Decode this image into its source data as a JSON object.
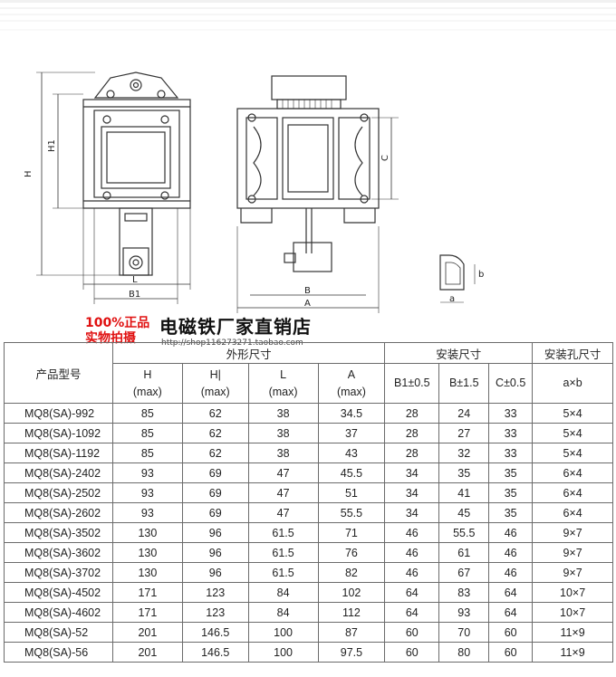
{
  "drawing_labels": {
    "H": "H",
    "H1": "H1",
    "L": "L",
    "B1": "B1",
    "B": "B",
    "A": "A",
    "C": "C",
    "a": "a",
    "b": "b"
  },
  "promo": {
    "line1": "100%正品",
    "line2": "实物拍摄",
    "title": "电磁铁厂家直销店",
    "url": "http://shop116273271.taobao.com"
  },
  "table": {
    "model_header": "产品型号",
    "group_outer": "外形尺寸",
    "group_install": "安装尺寸",
    "group_hole": "安装孔尺寸",
    "columns": [
      {
        "name": "H",
        "sub": "(max)"
      },
      {
        "name": "H|",
        "sub": "(max)"
      },
      {
        "name": "L",
        "sub": "(max)"
      },
      {
        "name": "A",
        "sub": "(max)"
      },
      {
        "name": "B1±0.5",
        "sub": ""
      },
      {
        "name": "B±1.5",
        "sub": ""
      },
      {
        "name": "C±0.5",
        "sub": ""
      },
      {
        "name": "a×b",
        "sub": ""
      }
    ],
    "rows": [
      [
        "MQ8(SA)-992",
        "85",
        "62",
        "38",
        "34.5",
        "28",
        "24",
        "33",
        "5×4"
      ],
      [
        "MQ8(SA)-1092",
        "85",
        "62",
        "38",
        "37",
        "28",
        "27",
        "33",
        "5×4"
      ],
      [
        "MQ8(SA)-1192",
        "85",
        "62",
        "38",
        "43",
        "28",
        "32",
        "33",
        "5×4"
      ],
      [
        "MQ8(SA)-2402",
        "93",
        "69",
        "47",
        "45.5",
        "34",
        "35",
        "35",
        "6×4"
      ],
      [
        "MQ8(SA)-2502",
        "93",
        "69",
        "47",
        "51",
        "34",
        "41",
        "35",
        "6×4"
      ],
      [
        "MQ8(SA)-2602",
        "93",
        "69",
        "47",
        "55.5",
        "34",
        "45",
        "35",
        "6×4"
      ],
      [
        "MQ8(SA)-3502",
        "130",
        "96",
        "61.5",
        "71",
        "46",
        "55.5",
        "46",
        "9×7"
      ],
      [
        "MQ8(SA)-3602",
        "130",
        "96",
        "61.5",
        "76",
        "46",
        "61",
        "46",
        "9×7"
      ],
      [
        "MQ8(SA)-3702",
        "130",
        "96",
        "61.5",
        "82",
        "46",
        "67",
        "46",
        "9×7"
      ],
      [
        "MQ8(SA)-4502",
        "171",
        "123",
        "84",
        "102",
        "64",
        "83",
        "64",
        "10×7"
      ],
      [
        "MQ8(SA)-4602",
        "171",
        "123",
        "84",
        "112",
        "64",
        "93",
        "64",
        "10×7"
      ],
      [
        "MQ8(SA)-52",
        "201",
        "146.5",
        "100",
        "87",
        "60",
        "70",
        "60",
        "11×9"
      ],
      [
        "MQ8(SA)-56",
        "201",
        "146.5",
        "100",
        "97.5",
        "60",
        "80",
        "60",
        "11×9"
      ]
    ]
  }
}
